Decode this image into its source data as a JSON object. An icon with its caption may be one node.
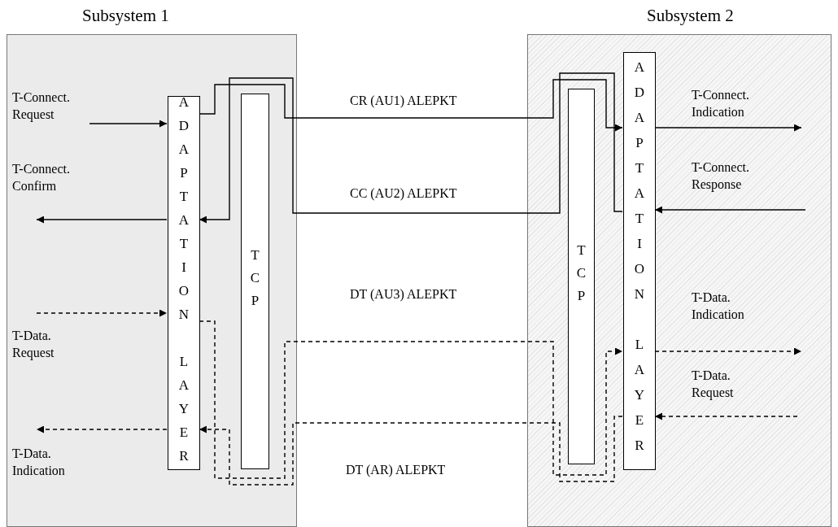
{
  "diagram": {
    "nodes": [
      {
        "text": [
          "Subsystem 1"
        ]
      },
      {
        "text": [
          "ADAPTATION LAYER"
        ],
        "in": 0
      },
      {
        "text": [
          "TCP"
        ],
        "in": 0
      },
      {
        "text": [
          "Subsystem 2"
        ]
      },
      {
        "text": [
          "TCP"
        ],
        "in": 3
      },
      {
        "text": [
          "ADAPTATION LAYER"
        ],
        "in": 3
      }
    ],
    "edges": [
      {
        "from": null,
        "to": 1,
        "arrow": "to",
        "label": "T-Connect. Request"
      },
      {
        "from": 1,
        "to": null,
        "arrow": "to",
        "label": "T-Connect. Confirm"
      },
      {
        "from": null,
        "to": 1,
        "arrow": "to",
        "label": "T-Data. Request",
        "style": "dashed"
      },
      {
        "from": 1,
        "to": null,
        "arrow": "to",
        "label": "T-Data. Indication",
        "style": "dashed"
      },
      {
        "from": 1,
        "to": 5,
        "arrow": "to",
        "label": "CR (AU1) ALEPKT"
      },
      {
        "from": 5,
        "to": 1,
        "arrow": "to",
        "label": "CC (AU2) ALEPKT"
      },
      {
        "from": 1,
        "to": 5,
        "arrow": "to",
        "label": "DT (AU3) ALEPKT",
        "style": "dashed"
      },
      {
        "from": 5,
        "to": 1,
        "arrow": "to",
        "label": "DT (AR) ALEPKT",
        "style": "dashed"
      },
      {
        "from": 5,
        "to": null,
        "arrow": "to",
        "label": "T-Connect. Indication"
      },
      {
        "from": null,
        "to": 5,
        "arrow": "to",
        "label": "T-Connect. Response"
      },
      {
        "from": 5,
        "to": null,
        "arrow": "to",
        "label": "T-Data. Indication",
        "style": "dashed"
      },
      {
        "from": null,
        "to": 5,
        "arrow": "to",
        "label": "T-Data. Request",
        "style": "dashed"
      }
    ]
  }
}
